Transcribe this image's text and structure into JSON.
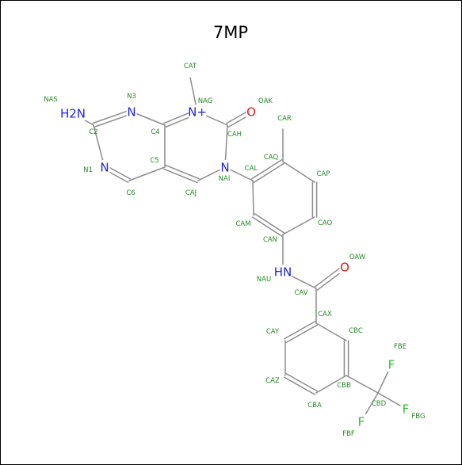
{
  "title": "7MP",
  "colors": {
    "carbon": "#8c8c8c",
    "nitrogen": "#2424dc",
    "oxygen": "#e01a1a",
    "fluorine": "#2fbf2f",
    "atom_name": "#228b22"
  },
  "atoms": [
    {
      "name": "NAS",
      "sym": "H2N",
      "kind": "nitrogen"
    },
    {
      "name": "C2",
      "sym": "",
      "kind": "carbon"
    },
    {
      "name": "N3",
      "sym": "N",
      "kind": "nitrogen"
    },
    {
      "name": "C4",
      "sym": "",
      "kind": "carbon"
    },
    {
      "name": "NAG",
      "sym": "N+",
      "kind": "nitrogen"
    },
    {
      "name": "CAT",
      "sym": "",
      "kind": "carbon"
    },
    {
      "name": "CAH",
      "sym": "",
      "kind": "carbon"
    },
    {
      "name": "OAK",
      "sym": "O",
      "kind": "oxygen"
    },
    {
      "name": "NAI",
      "sym": "N",
      "kind": "nitrogen"
    },
    {
      "name": "CAJ",
      "sym": "",
      "kind": "carbon"
    },
    {
      "name": "C5",
      "sym": "",
      "kind": "carbon"
    },
    {
      "name": "C6",
      "sym": "",
      "kind": "carbon"
    },
    {
      "name": "N1",
      "sym": "N",
      "kind": "nitrogen"
    },
    {
      "name": "CAL",
      "sym": "",
      "kind": "carbon"
    },
    {
      "name": "CAQ",
      "sym": "",
      "kind": "carbon"
    },
    {
      "name": "CAR",
      "sym": "",
      "kind": "carbon"
    },
    {
      "name": "CAP",
      "sym": "",
      "kind": "carbon"
    },
    {
      "name": "CAO",
      "sym": "",
      "kind": "carbon"
    },
    {
      "name": "CAN",
      "sym": "",
      "kind": "carbon"
    },
    {
      "name": "CAM",
      "sym": "",
      "kind": "carbon"
    },
    {
      "name": "NAU",
      "sym": "HN",
      "kind": "nitrogen"
    },
    {
      "name": "CAV",
      "sym": "",
      "kind": "carbon"
    },
    {
      "name": "OAW",
      "sym": "O",
      "kind": "oxygen"
    },
    {
      "name": "CAX",
      "sym": "",
      "kind": "carbon"
    },
    {
      "name": "CBC",
      "sym": "",
      "kind": "carbon"
    },
    {
      "name": "CBB",
      "sym": "",
      "kind": "carbon"
    },
    {
      "name": "CBA",
      "sym": "",
      "kind": "carbon"
    },
    {
      "name": "CAZ",
      "sym": "",
      "kind": "carbon"
    },
    {
      "name": "CAY",
      "sym": "",
      "kind": "carbon"
    },
    {
      "name": "CBD",
      "sym": "",
      "kind": "carbon"
    },
    {
      "name": "FBE",
      "sym": "F",
      "kind": "fluorine"
    },
    {
      "name": "FBG",
      "sym": "F",
      "kind": "fluorine"
    },
    {
      "name": "FBF",
      "sym": "F",
      "kind": "fluorine"
    }
  ],
  "bonds": [
    {
      "a": "NAS",
      "b": "C2",
      "order": 1
    },
    {
      "a": "C2",
      "b": "N3",
      "order": 2
    },
    {
      "a": "N3",
      "b": "C4",
      "order": 1
    },
    {
      "a": "C4",
      "b": "NAG",
      "order": 2
    },
    {
      "a": "NAG",
      "b": "CAT",
      "order": 1
    },
    {
      "a": "NAG",
      "b": "CAH",
      "order": 1
    },
    {
      "a": "CAH",
      "b": "OAK",
      "order": 2
    },
    {
      "a": "CAH",
      "b": "NAI",
      "order": 1
    },
    {
      "a": "NAI",
      "b": "CAJ",
      "order": 1
    },
    {
      "a": "CAJ",
      "b": "C5",
      "order": 2
    },
    {
      "a": "C5",
      "b": "C4",
      "order": 1
    },
    {
      "a": "C5",
      "b": "C6",
      "order": 1
    },
    {
      "a": "C6",
      "b": "N1",
      "order": 2
    },
    {
      "a": "N1",
      "b": "C2",
      "order": 1
    },
    {
      "a": "NAI",
      "b": "CAL",
      "order": 1
    },
    {
      "a": "CAL",
      "b": "CAQ",
      "order": 2
    },
    {
      "a": "CAQ",
      "b": "CAR",
      "order": 1
    },
    {
      "a": "CAQ",
      "b": "CAP",
      "order": 1
    },
    {
      "a": "CAP",
      "b": "CAO",
      "order": 2
    },
    {
      "a": "CAO",
      "b": "CAN",
      "order": 1
    },
    {
      "a": "CAN",
      "b": "CAM",
      "order": 2
    },
    {
      "a": "CAM",
      "b": "CAL",
      "order": 1
    },
    {
      "a": "CAN",
      "b": "NAU",
      "order": 1
    },
    {
      "a": "NAU",
      "b": "CAV",
      "order": 1
    },
    {
      "a": "CAV",
      "b": "OAW",
      "order": 2
    },
    {
      "a": "CAV",
      "b": "CAX",
      "order": 1
    },
    {
      "a": "CAX",
      "b": "CBC",
      "order": 1
    },
    {
      "a": "CBC",
      "b": "CBB",
      "order": 2
    },
    {
      "a": "CBB",
      "b": "CBA",
      "order": 1
    },
    {
      "a": "CBA",
      "b": "CAZ",
      "order": 2
    },
    {
      "a": "CAZ",
      "b": "CAY",
      "order": 1
    },
    {
      "a": "CAY",
      "b": "CAX",
      "order": 2
    },
    {
      "a": "CBB",
      "b": "CBD",
      "order": 1
    },
    {
      "a": "CBD",
      "b": "FBE",
      "order": 1
    },
    {
      "a": "CBD",
      "b": "FBG",
      "order": 1
    },
    {
      "a": "CBD",
      "b": "FBF",
      "order": 1
    }
  ]
}
